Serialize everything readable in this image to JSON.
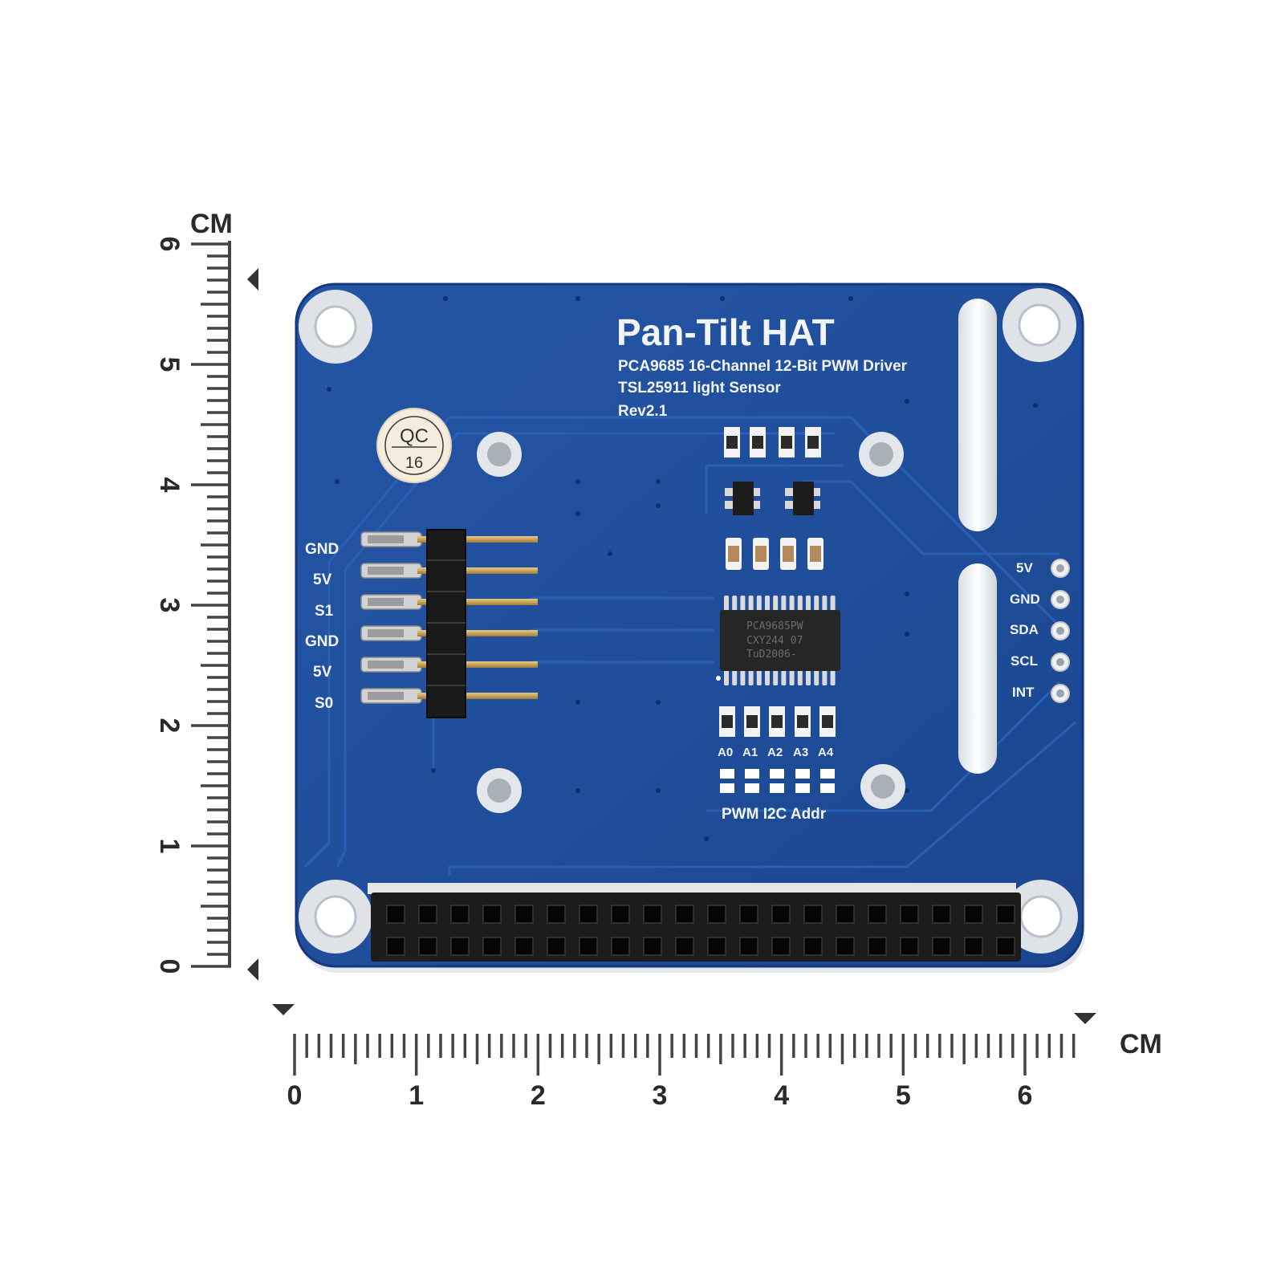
{
  "board": {
    "title": "Pan-Tilt HAT",
    "subtitle_lines": [
      "PCA9685 16-Channel 12-Bit PWM Driver",
      "TSL25911 light Sensor",
      "Rev2.1"
    ],
    "servo_header_labels": [
      "GND",
      "5V",
      "S1",
      "GND",
      "5V",
      "S0"
    ],
    "i2c_pin_labels": [
      "5V",
      "GND",
      "SDA",
      "SCL",
      "INT"
    ],
    "address_jumper_labels": [
      "A0",
      "A1",
      "A2",
      "A3",
      "A4"
    ],
    "address_caption": "PWM I2C Addr",
    "qc_sticker": {
      "top": "QC",
      "bottom": "16"
    },
    "chip_marking": [
      "PCA9685PW",
      "CXY244  07",
      "TuD2006-"
    ],
    "pcb_color": "#1f4f9e",
    "pcb_edge_color": "#0f3272"
  },
  "rulers": {
    "unit": "CM",
    "horizontal_ticks": [
      "0",
      "1",
      "2",
      "3",
      "4",
      "5",
      "6"
    ],
    "vertical_ticks": [
      "0",
      "1",
      "2",
      "3",
      "4",
      "5",
      "6"
    ]
  }
}
